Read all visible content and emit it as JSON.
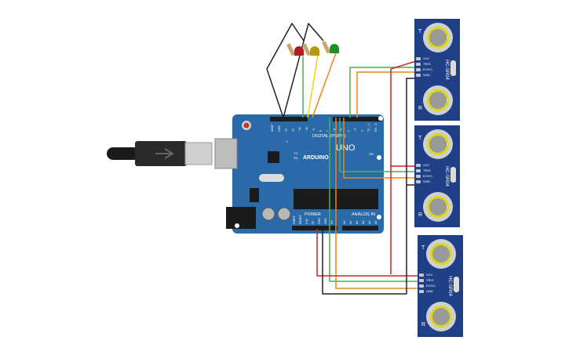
{
  "board": {
    "brand": "ARDUINO",
    "model": "UNO",
    "digital_label": "DIGITAL (PWM~)",
    "power_label": "POWER",
    "analog_label": "ANALOG IN",
    "on_label": "ON",
    "tx_label": "TX",
    "rx_label": "RX",
    "l_label": "L",
    "digital_pins": [
      "AREF",
      "GND",
      "13",
      "12",
      "~11",
      "~10",
      "~9",
      "8",
      "7",
      "~6",
      "~5",
      "4",
      "~3",
      "2",
      "TX→1",
      "RX←0"
    ],
    "power_pins": [
      "IOREF",
      "RESET",
      "3.3V",
      "5V",
      "GND",
      "GND",
      "Vin"
    ],
    "analog_pins": [
      "A0",
      "A1",
      "A2",
      "A3",
      "A4",
      "A5"
    ]
  },
  "sensors": [
    {
      "model": "HC-SR04",
      "pins": [
        "VCC",
        "TRIG",
        "ECHO",
        "GND"
      ],
      "t": "T",
      "r": "R"
    },
    {
      "model": "HC-SR04",
      "pins": [
        "VCC",
        "TRIG",
        "ECHO",
        "GND"
      ],
      "t": "T",
      "r": "R"
    },
    {
      "model": "HC-SR04",
      "pins": [
        "VCC",
        "TRIG",
        "ECHO",
        "GND"
      ],
      "t": "T",
      "r": "R"
    }
  ],
  "leds": [
    {
      "name": "red-led",
      "color": "#b21e1e"
    },
    {
      "name": "yellow-led",
      "color": "#b59a14"
    },
    {
      "name": "green-led",
      "color": "#1f8f2a"
    }
  ],
  "colors": {
    "board": "#2b6aa8",
    "sensor": "#1f3f86",
    "wire_red": "#d42020",
    "wire_black": "#222222",
    "wire_green": "#4caf50",
    "wire_yellow": "#f2d21b",
    "wire_orange": "#e8861b"
  }
}
